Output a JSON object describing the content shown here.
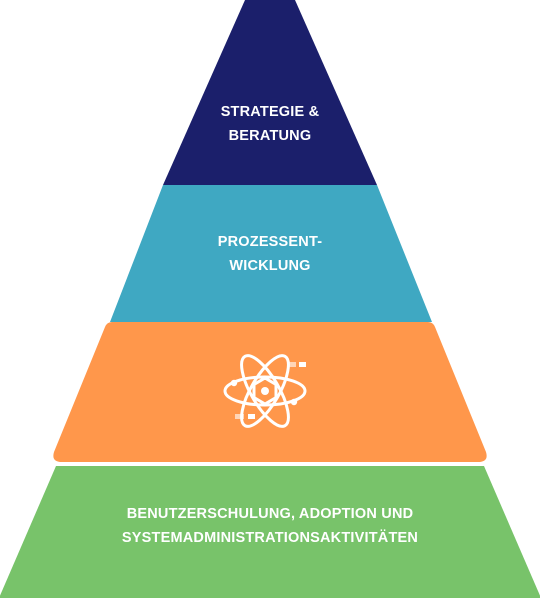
{
  "pyramid": {
    "layers": [
      {
        "id": "strategy",
        "lines": [
          "STRATEGIE &",
          "BERATUNG"
        ],
        "color": "#1b1f6b"
      },
      {
        "id": "process",
        "lines": [
          "PROZESSENT-",
          "WICKLUNG"
        ],
        "color": "#3fa8c2"
      },
      {
        "id": "technology",
        "icon": "atom-icon",
        "color": "#ff974b"
      },
      {
        "id": "enablement",
        "lines": [
          "BENUTZERSCHULUNG, ADOPTION UND",
          "SYSTEMADMINISTRATIONSAKTIVITÄTEN"
        ],
        "color": "#78c36a"
      }
    ]
  }
}
